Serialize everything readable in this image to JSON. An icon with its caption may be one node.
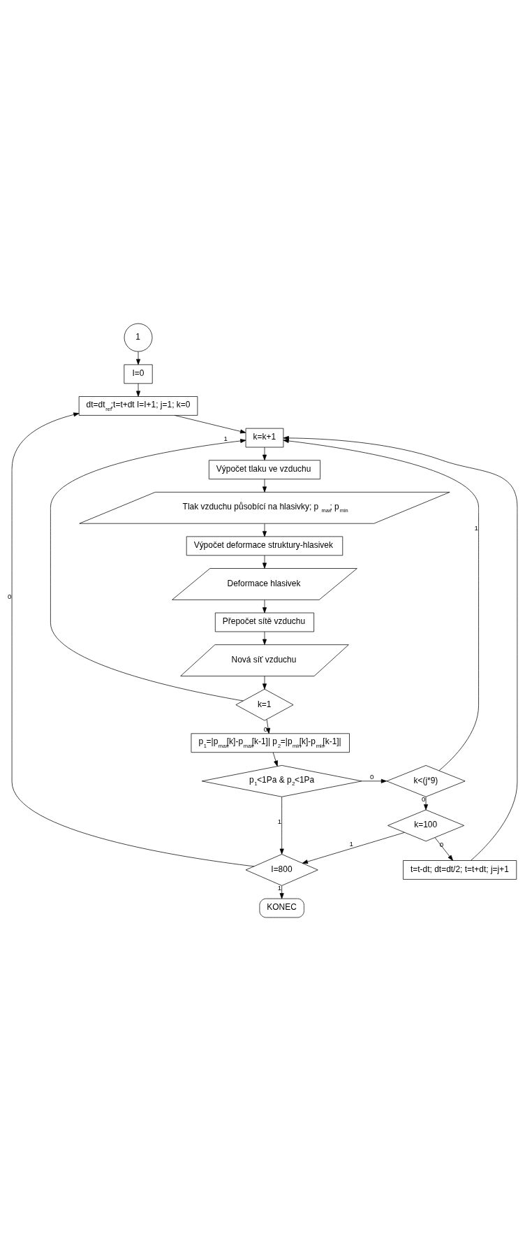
{
  "diagram": {
    "nodes": [
      {
        "text": [
          "1"
        ]
      },
      {
        "text": [
          "I=0"
        ]
      },
      {
        "text": [
          "dt=dt$_{ref}$;t=t+dt I=I+1; j=1; k=0"
        ]
      },
      {
        "text": [
          "k=k+1"
        ]
      },
      {
        "text": [
          "Výpočet tlaku ve vzduchu"
        ]
      },
      {
        "text": [
          "Tlak vzduchu působící na hlasivky; p$_{max}$; p$_{min}$"
        ]
      },
      {
        "text": [
          "Výpočet deformace struktury-hlasivek"
        ]
      },
      {
        "text": [
          "Deformace hlasivek"
        ]
      },
      {
        "text": [
          "Přepočet sítě vzduchu"
        ]
      },
      {
        "text": [
          "Nová síť vzduchu"
        ]
      },
      {
        "text": [
          "k=1"
        ]
      },
      {
        "text": [
          "p$_{1}$=|p$_{max}$[k]-p$_{max}$[k-1]| p$_{2}$=|p$_{min}$[k]-p$_{min}$[k-1]|"
        ]
      },
      {
        "text": [
          "p$_{1}$<1Pa & p$_{2}$<1Pa"
        ]
      },
      {
        "text": [
          "k<(j*9)"
        ]
      },
      {
        "text": [
          "k=100"
        ]
      },
      {
        "text": [
          "I=800"
        ]
      },
      {
        "text": [
          "t=t-dt; dt=dt/2; t=t+dt; j=j+1"
        ]
      },
      {
        "text": [
          "KONEC"
        ]
      }
    ],
    "edges": [
      {
        "from": 0,
        "to": 1,
        "arrow": "to"
      },
      {
        "from": 1,
        "to": 2,
        "arrow": "to"
      },
      {
        "from": 2,
        "to": 3,
        "arrow": "to"
      },
      {
        "from": 3,
        "to": 4,
        "arrow": "to"
      },
      {
        "from": 4,
        "to": 5,
        "arrow": "to"
      },
      {
        "from": 5,
        "to": 6,
        "arrow": "to"
      },
      {
        "from": 6,
        "to": 7,
        "arrow": "to"
      },
      {
        "from": 7,
        "to": 8,
        "arrow": "to"
      },
      {
        "from": 8,
        "to": 9,
        "arrow": "to"
      },
      {
        "from": 9,
        "to": 10,
        "arrow": "to"
      },
      {
        "from": 10,
        "to": 3,
        "label": "1",
        "arrow": "to"
      },
      {
        "from": 10,
        "to": 11,
        "label": "0",
        "arrow": "to"
      },
      {
        "from": 11,
        "to": 12,
        "arrow": "to"
      },
      {
        "from": 12,
        "to": 13,
        "label": "0",
        "arrow": "to"
      },
      {
        "from": 12,
        "to": 15,
        "label": "1",
        "arrow": "to"
      },
      {
        "from": 13,
        "to": 3,
        "label": "1",
        "arrow": "to"
      },
      {
        "from": 13,
        "to": 14,
        "label": "0",
        "arrow": "to"
      },
      {
        "from": 14,
        "to": 15,
        "label": "1",
        "arrow": "to"
      },
      {
        "from": 14,
        "to": 16,
        "label": "0",
        "arrow": "to"
      },
      {
        "from": 16,
        "to": 3,
        "arrow": "to"
      },
      {
        "from": 15,
        "to": 2,
        "label": "0",
        "arrow": "to"
      },
      {
        "from": 15,
        "to": 17,
        "label": "1",
        "arrow": "to"
      }
    ]
  }
}
